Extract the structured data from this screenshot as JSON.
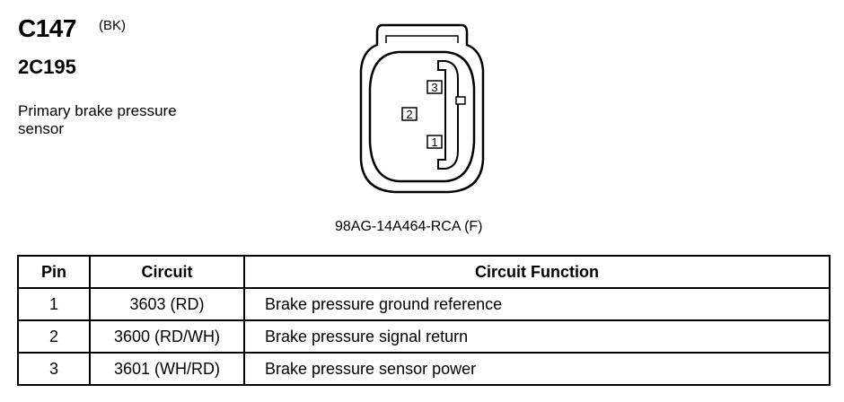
{
  "header": {
    "connector_id": "C147",
    "color_code": "(BK)",
    "component_id": "2C195",
    "description": "Primary brake pressure sensor"
  },
  "connector": {
    "part_number": "98AG-14A464-RCA (F)",
    "cavities": [
      "3",
      "2",
      "1"
    ]
  },
  "table": {
    "headers": {
      "pin": "Pin",
      "circuit": "Circuit",
      "function": "Circuit Function"
    },
    "rows": [
      {
        "pin": "1",
        "circuit": "3603 (RD)",
        "function": "Brake pressure ground reference"
      },
      {
        "pin": "2",
        "circuit": "3600 (RD/WH)",
        "function": "Brake pressure signal return"
      },
      {
        "pin": "3",
        "circuit": "3601 (WH/RD)",
        "function": "Brake pressure sensor power"
      }
    ]
  }
}
